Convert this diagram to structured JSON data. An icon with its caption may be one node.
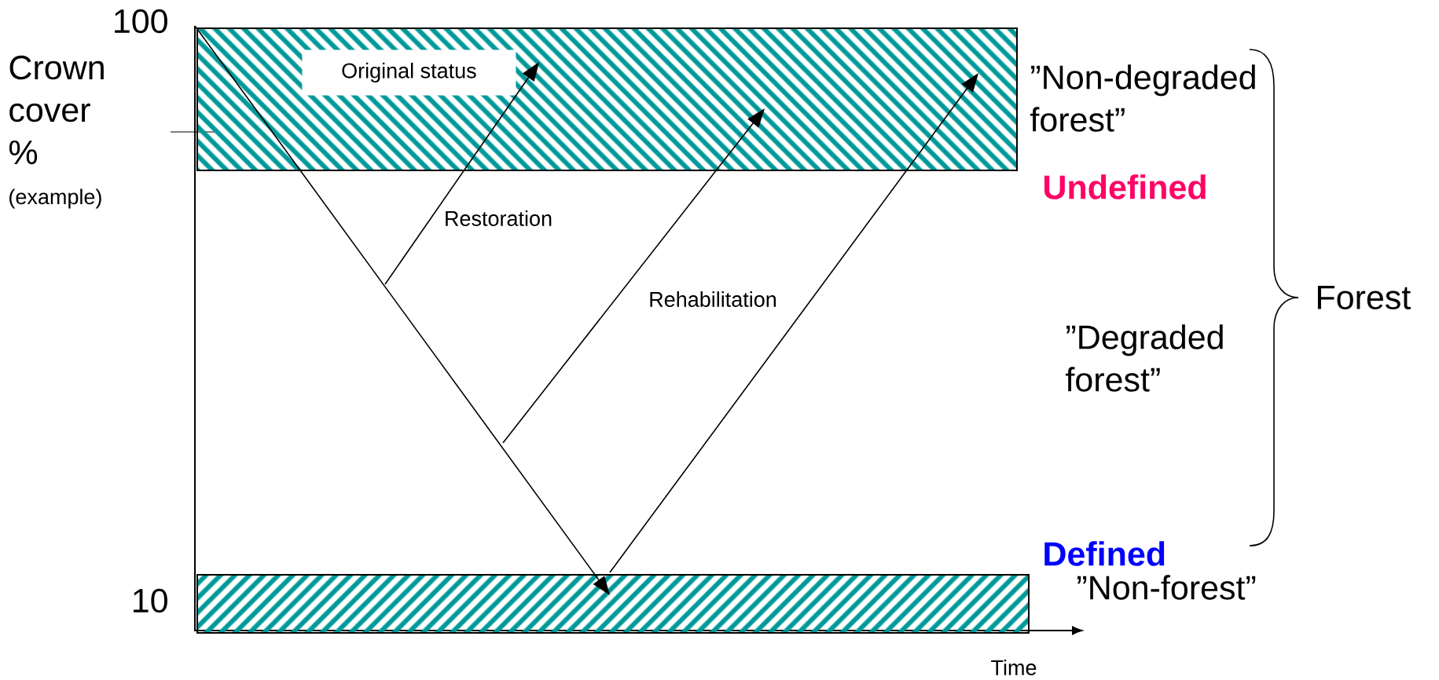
{
  "diagram": {
    "nodes": [
      {
        "text": [],
        "shape": "bar"
      },
      {
        "text": [
          "Original status"
        ],
        "in": 0
      },
      {
        "text": [],
        "shape": "bar"
      }
    ],
    "edges": [
      {
        "from": 0,
        "to": 2,
        "arrow": "to"
      },
      {
        "from": null,
        "to": 0,
        "arrow": "to",
        "label": "Restoration"
      },
      {
        "from": null,
        "to": 0,
        "arrow": "to",
        "label": "Rehabilitation"
      },
      {
        "from": 2,
        "to": 0,
        "arrow": "to"
      }
    ],
    "labels": [
      "100",
      "Crown cover %",
      "(example)",
      "”Non-degraded forest”",
      "Undefined",
      "Forest",
      "”Degraded forest”",
      "Defined",
      "10",
      "”Non-forest”",
      "Time"
    ]
  }
}
